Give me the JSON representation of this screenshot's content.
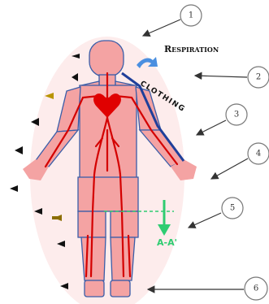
{
  "labels": {
    "respiration": "Respiration",
    "clothing": "CLOTHING",
    "section": "A-A'"
  },
  "callouts": [
    "1",
    "2",
    "3",
    "4",
    "5",
    "6"
  ],
  "colors": {
    "skin": "#f4a3a3",
    "outline": "#3a5da8",
    "vessels": "#d40000",
    "clothing_line": "#1f3f9a",
    "section_arrow": "#2ecc71",
    "respiration_arrow": "#4a8fe0"
  },
  "icons": [
    "radiation-arrow-icon",
    "respiration-arrow-icon",
    "section-arrow-icon",
    "heart-icon"
  ]
}
